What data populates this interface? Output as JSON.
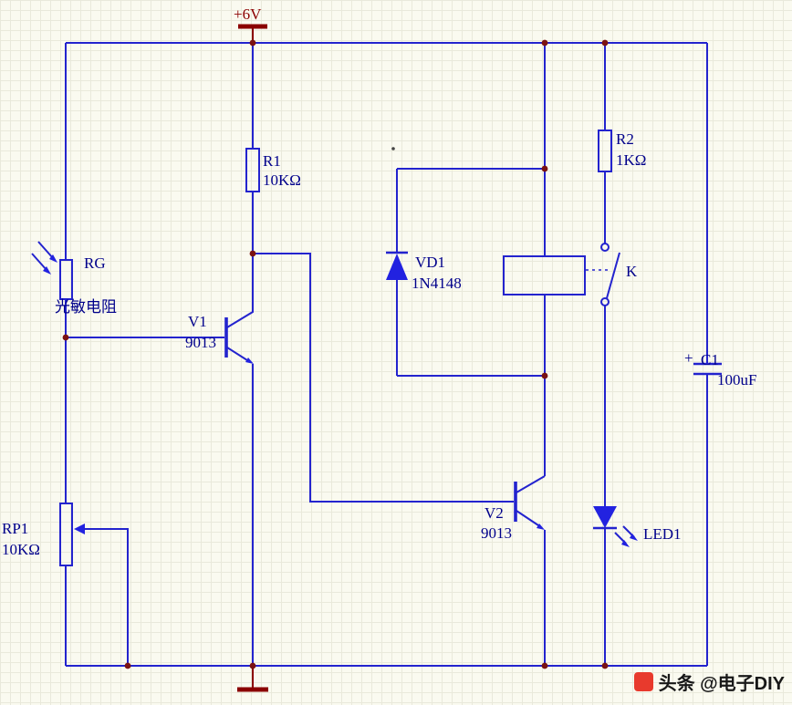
{
  "schematic": {
    "power": {
      "vcc": "+6V"
    },
    "components": {
      "r1": {
        "designator": "R1",
        "value": "10KΩ"
      },
      "rg": {
        "designator": "RG",
        "value": "光敏电阻"
      },
      "rp1": {
        "designator": "RP1",
        "value": "10KΩ"
      },
      "v1": {
        "designator": "V1",
        "value": "9013"
      },
      "v2": {
        "designator": "V2",
        "value": "9013"
      },
      "vd1": {
        "designator": "VD1",
        "value": "1N4148"
      },
      "r2": {
        "designator": "R2",
        "value": "1KΩ"
      },
      "k": {
        "designator": "K"
      },
      "c1": {
        "designator": "C1",
        "value": "100uF",
        "polarity": "+"
      },
      "led1": {
        "designator": "LED1"
      }
    }
  },
  "watermark": {
    "text": "头条 @电子DIY"
  },
  "colors": {
    "background": "#FAFAF0",
    "grid": "#E9E9DB",
    "wire": "#2323CE",
    "component_fill": "#2222E0",
    "label": "#00008B",
    "power": "#8B0000",
    "junction": "#7A1212",
    "watermark_icon": "#E83A2D"
  }
}
